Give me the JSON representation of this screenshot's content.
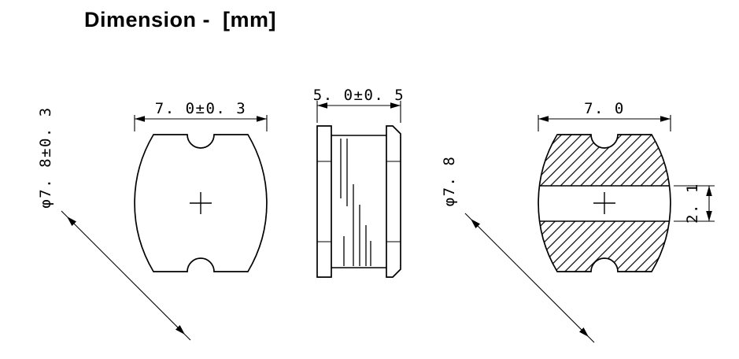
{
  "title": "Dimension -  [mm]",
  "views": {
    "top": {
      "width_dim": "7. 0±0. 3",
      "diagonal_dim": "φ7. 8±0. 3"
    },
    "side": {
      "width_dim": "5. 0±0. 5"
    },
    "bottom": {
      "width_dim": "7. 0",
      "diagonal_dim": "φ7. 8",
      "slot_dim": "2. 1"
    }
  }
}
